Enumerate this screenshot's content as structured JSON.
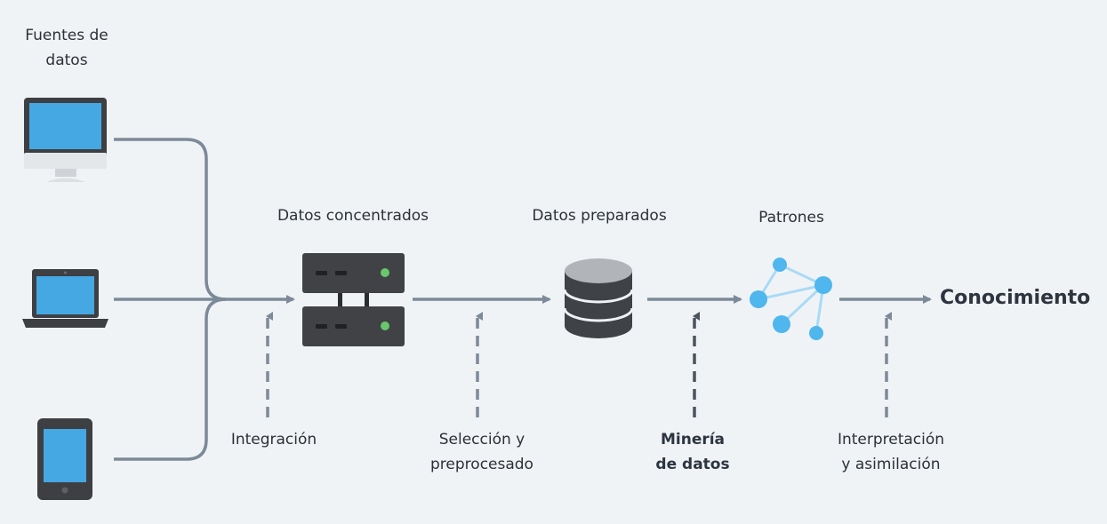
{
  "colors": {
    "background": "#f0f3f6",
    "connector": "#7d8a98",
    "dashed_highlight": "#4a535e",
    "device_frame": "#3d3f43",
    "screen": "#45a8e3",
    "node_blue": "#4fb6ee",
    "server_led": "#68c76c",
    "database": "#3f4246"
  },
  "labels": {
    "sources": {
      "line1": "Fuentes de",
      "line2": "datos"
    },
    "concentrated": "Datos concentrados",
    "prepared": "Datos preparados",
    "patterns": "Patrones",
    "knowledge": "Conocimiento"
  },
  "steps": [
    {
      "line1": "Integración",
      "line2": "",
      "emphasis": false
    },
    {
      "line1": "Selección y",
      "line2": "preprocesado",
      "emphasis": false
    },
    {
      "line1": "Minería",
      "line2": "de datos",
      "emphasis": true
    },
    {
      "line1": "Interpretación",
      "line2": "y asimilación",
      "emphasis": false
    }
  ],
  "icons": {
    "desktop": "desktop-monitor-icon",
    "laptop": "laptop-icon",
    "tablet": "tablet-icon",
    "server": "server-icon",
    "database": "database-icon",
    "patterns": "network-nodes-icon"
  }
}
